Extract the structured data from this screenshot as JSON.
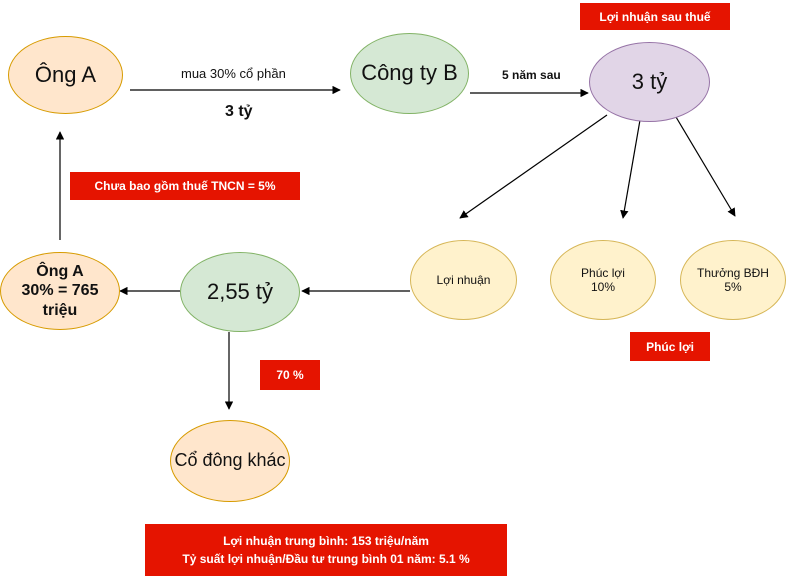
{
  "nodes": {
    "ong_a_top": "Ông A",
    "cong_ty_b": "Công ty B",
    "three_ty": "3 tỷ",
    "loi_nhuan": "Lợi nhuận",
    "phuc_loi_line1": "Phúc lợi",
    "phuc_loi_line2": "10%",
    "thuong_bdh_line1": "Thưởng BĐH",
    "thuong_bdh_line2": "5%",
    "two55_ty": "2,55 tỷ",
    "ong_a_bottom_line1": "Ông A",
    "ong_a_bottom_line2": "30% = 765",
    "ong_a_bottom_line3": "triệu",
    "co_dong_khac": "Cổ đông khác"
  },
  "edge_labels": {
    "mua_co_phan": "mua 30% cổ phần",
    "three_ty_invest": "3 tỷ",
    "five_years": "5 năm sau"
  },
  "tags": {
    "loi_nhuan_sau_thue": "Lợi nhuận sau thuế",
    "chua_bao_gom_thue": "Chưa bao gồm thuế TNCN = 5%",
    "phuc_loi": "Phúc lợi",
    "seventy_pct": "70 %",
    "summary_line1": "Lợi nhuận trung bình: 153 triệu/năm",
    "summary_line2": "Tỷ suất lợi nhuận/Đầu tư trung bình 01 năm: 5.1 %"
  },
  "colors": {
    "orange_fill": "#ffe6cc",
    "green_fill": "#d5e8d4",
    "purple_fill": "#e1d5e7",
    "yellow_fill": "#fff2cc",
    "red_tag": "#e51400"
  }
}
